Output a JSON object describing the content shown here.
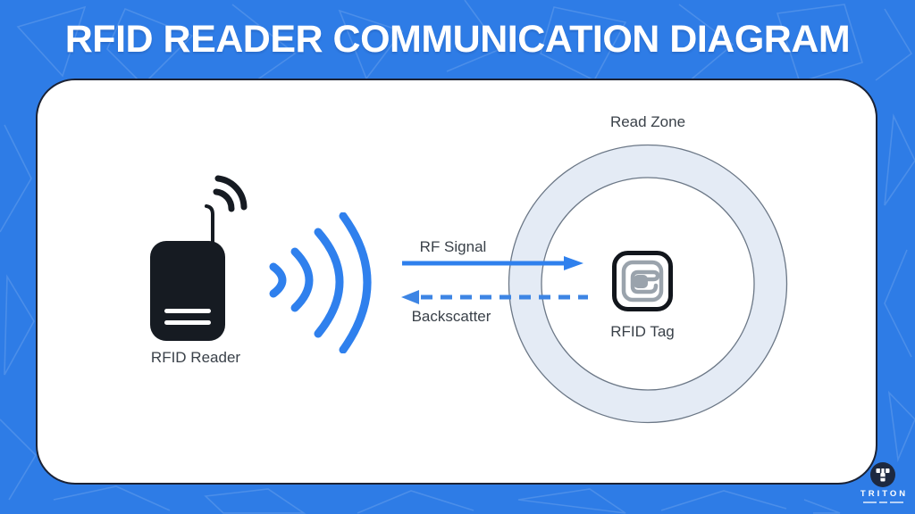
{
  "title": "RFID READER COMMUNICATION DIAGRAM",
  "diagram": {
    "reader_label": "RFID Reader",
    "signal": {
      "rf_label": "RF Signal",
      "backscatter_label": "Backscatter"
    },
    "read_zone_label": "Read Zone",
    "tag_label": "RFID Tag"
  },
  "branding": {
    "name": "TRITON"
  },
  "colors": {
    "background_blue": "#2E7CE6",
    "accent_blue": "#2F80ED",
    "card_border_navy": "#1B2234",
    "device_black": "#161B22",
    "read_zone_fill": "#E4EBF5",
    "read_zone_stroke": "#6B7786",
    "coil_gray": "#9AA3AC",
    "label_text": "#3A4149",
    "logo_navy": "#1D2940"
  }
}
